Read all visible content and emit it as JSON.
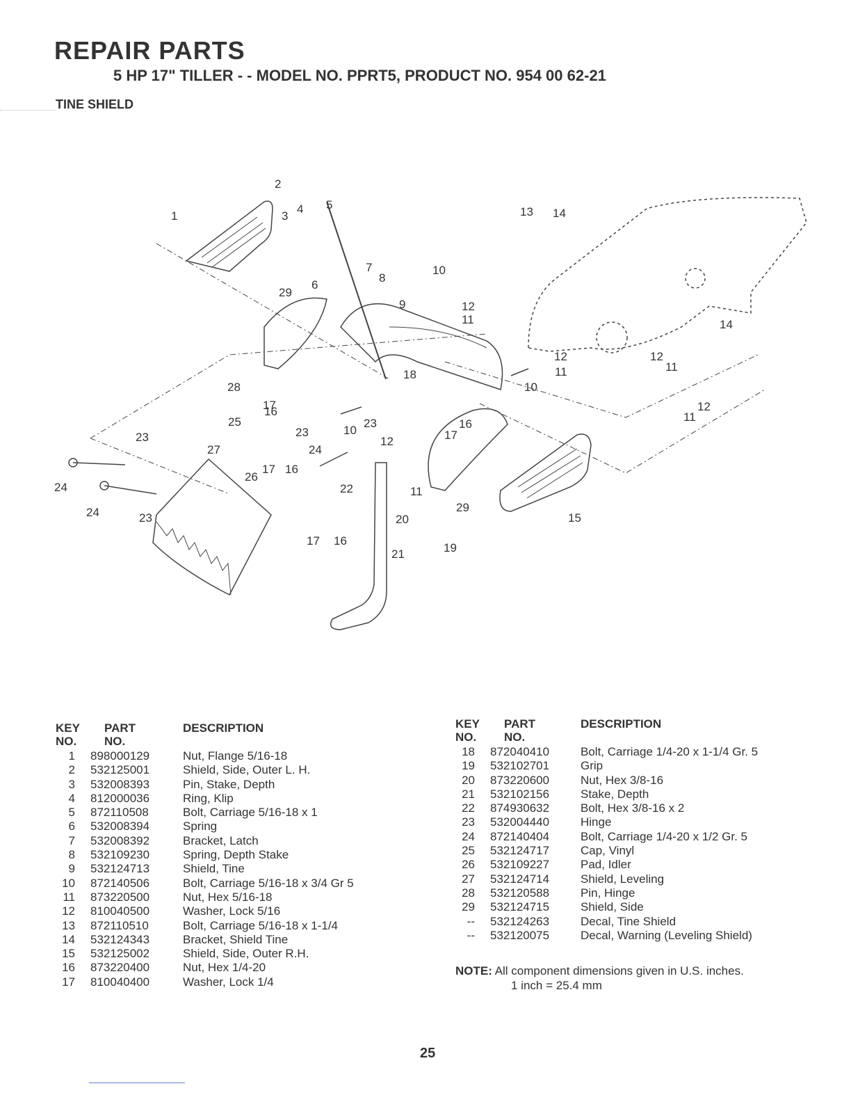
{
  "header": {
    "title": "REPAIR PARTS",
    "subtitle": "5 HP 17\" TILLER - - MODEL NO. PPRT5, PRODUCT NO. 954 00 62-21",
    "section": "TINE SHIELD"
  },
  "diagram": {
    "callouts": [
      "1",
      "2",
      "3",
      "4",
      "5",
      "6",
      "7",
      "8",
      "9",
      "10",
      "10",
      "10",
      "11",
      "11",
      "11",
      "11",
      "12",
      "12",
      "12",
      "12",
      "13",
      "14",
      "14",
      "15",
      "16",
      "16",
      "16",
      "16",
      "17",
      "17",
      "17",
      "17",
      "18",
      "19",
      "20",
      "21",
      "22",
      "23",
      "23",
      "23",
      "23",
      "24",
      "24",
      "24",
      "25",
      "26",
      "27",
      "28",
      "29",
      "29"
    ]
  },
  "table_headers": {
    "key": "KEY",
    "no": "NO.",
    "part": "PART",
    "part_no": "NO.",
    "description": "DESCRIPTION"
  },
  "parts_left": [
    {
      "key": "1",
      "part": "898000129",
      "desc": "Nut, Flange 5/16-18"
    },
    {
      "key": "2",
      "part": "532125001",
      "desc": "Shield, Side, Outer L. H."
    },
    {
      "key": "3",
      "part": "532008393",
      "desc": "Pin, Stake, Depth"
    },
    {
      "key": "4",
      "part": "812000036",
      "desc": "Ring, Klip"
    },
    {
      "key": "5",
      "part": "872110508",
      "desc": "Bolt, Carriage 5/16-18 x 1"
    },
    {
      "key": "6",
      "part": "532008394",
      "desc": "Spring"
    },
    {
      "key": "7",
      "part": "532008392",
      "desc": "Bracket, Latch"
    },
    {
      "key": "8",
      "part": "532109230",
      "desc": "Spring, Depth Stake"
    },
    {
      "key": "9",
      "part": "532124713",
      "desc": "Shield, Tine"
    },
    {
      "key": "10",
      "part": "872140506",
      "desc": "Bolt, Carriage 5/16-18 x 3/4 Gr 5"
    },
    {
      "key": "11",
      "part": "873220500",
      "desc": "Nut, Hex 5/16-18"
    },
    {
      "key": "12",
      "part": "810040500",
      "desc": "Washer, Lock 5/16"
    },
    {
      "key": "13",
      "part": "872110510",
      "desc": "Bolt, Carriage 5/16-18 x 1-1/4"
    },
    {
      "key": "14",
      "part": "532124343",
      "desc": "Bracket, Shield Tine"
    },
    {
      "key": "15",
      "part": "532125002",
      "desc": "Shield, Side, Outer R.H."
    },
    {
      "key": "16",
      "part": "873220400",
      "desc": "Nut, Hex 1/4-20"
    },
    {
      "key": "17",
      "part": "810040400",
      "desc": "Washer, Lock 1/4"
    }
  ],
  "parts_right": [
    {
      "key": "18",
      "part": "872040410",
      "desc": "Bolt, Carriage 1/4-20 x 1-1/4 Gr. 5"
    },
    {
      "key": "19",
      "part": "532102701",
      "desc": "Grip"
    },
    {
      "key": "20",
      "part": "873220600",
      "desc": "Nut, Hex 3/8-16"
    },
    {
      "key": "21",
      "part": "532102156",
      "desc": "Stake, Depth"
    },
    {
      "key": "22",
      "part": "874930632",
      "desc": "Bolt, Hex 3/8-16 x 2"
    },
    {
      "key": "23",
      "part": "532004440",
      "desc": "Hinge"
    },
    {
      "key": "24",
      "part": "872140404",
      "desc": "Bolt, Carriage 1/4-20 x 1/2 Gr. 5"
    },
    {
      "key": "25",
      "part": "532124717",
      "desc": "Cap, Vinyl"
    },
    {
      "key": "26",
      "part": "532109227",
      "desc": "Pad, Idler"
    },
    {
      "key": "27",
      "part": "532124714",
      "desc": "Shield, Leveling"
    },
    {
      "key": "28",
      "part": "532120588",
      "desc": "Pin, Hinge"
    },
    {
      "key": "29",
      "part": "532124715",
      "desc": "Shield, Side"
    },
    {
      "key": "--",
      "part": "532124263",
      "desc": "Decal, Tine Shield"
    },
    {
      "key": "--",
      "part": "532120075",
      "desc": "Decal, Warning (Leveling Shield)"
    }
  ],
  "note": {
    "label": "NOTE:",
    "text": "All component dimensions given in U.S. inches.",
    "conversion": "1 inch = 25.4 mm"
  },
  "page_number": "25"
}
